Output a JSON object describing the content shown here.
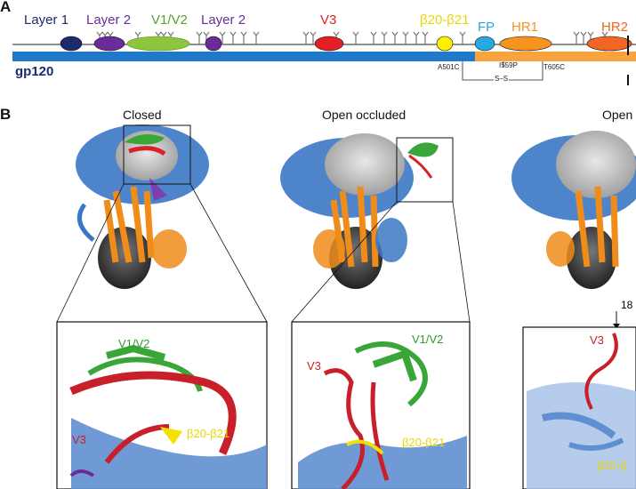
{
  "panel_a": {
    "letter": "A",
    "domain_labels": {
      "layer1": "Layer 1",
      "layer2_first": "Layer 2",
      "v1v2": "V1/V2",
      "layer2_second": "Layer 2",
      "v3": "V3",
      "b20b21": "β20-β21",
      "fp": "FP",
      "hr1": "HR1",
      "hr2": "HR2"
    },
    "subunit_label": "gp120",
    "mutations": {
      "a501c": "A501C",
      "i559p": "I559P",
      "t605c": "T605C",
      "ss": "S–S"
    },
    "colors": {
      "layer1": "#1e2a6e",
      "layer2": "#6a2c9a",
      "v1v2": "#8cc63f",
      "v3": "#e31e24",
      "b20b21": "#fff200",
      "fp": "#29a8e0",
      "hr1": "#f7941d",
      "hr2": "#f26522",
      "gp120_bar": "#1f78c8",
      "gp41_bar": "#f7a440"
    }
  },
  "panel_b": {
    "letter": "B",
    "structures": [
      {
        "title": "Closed"
      },
      {
        "title": "Open occluded"
      },
      {
        "title": "Open"
      }
    ],
    "zooms": [
      {
        "v1v2": "V1/V2",
        "v3": "V3",
        "b20b21": "β20-β21"
      },
      {
        "v1v2": "V1/V2",
        "v3": "V3",
        "b20b21": "β20-β21"
      },
      {
        "v3": "V3",
        "b20b21": "β20-β"
      }
    ],
    "rotation_label": "18"
  }
}
